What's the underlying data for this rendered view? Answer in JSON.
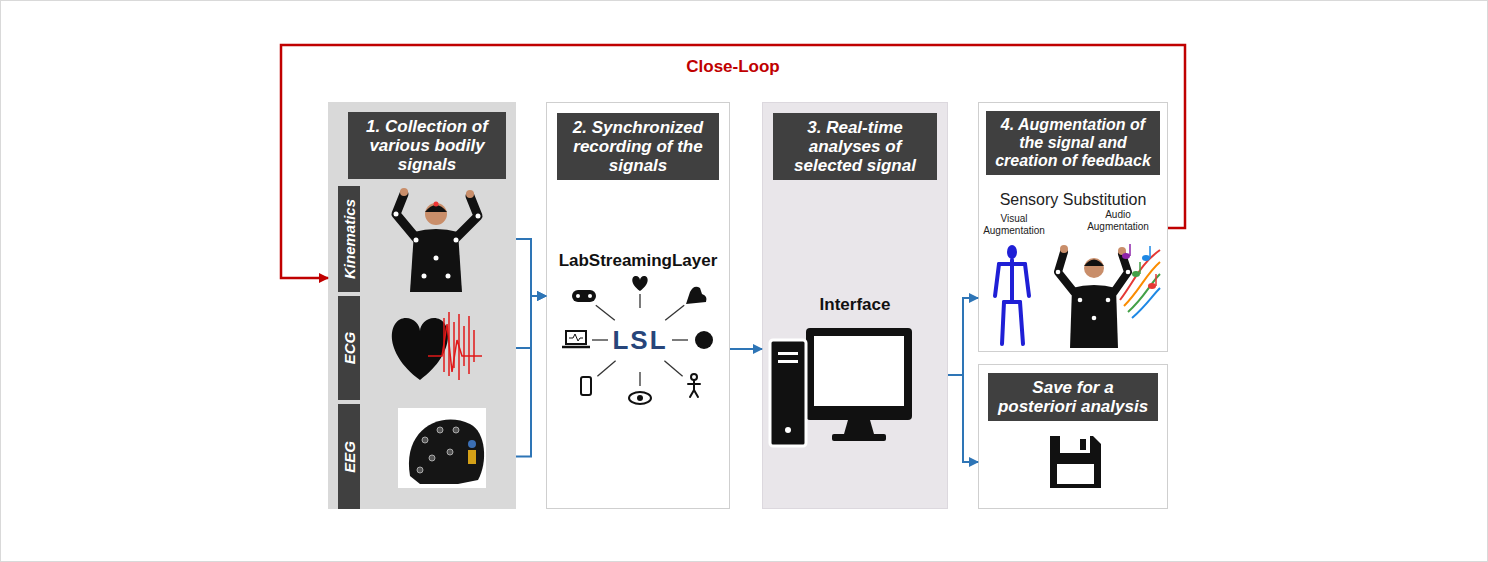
{
  "diagram": {
    "nodes": [
      {
        "text": [
          "1. Collection of various bodily signals"
        ]
      },
      {
        "text": [
          "Kinematics"
        ],
        "in": 0
      },
      {
        "text": [
          "ECG"
        ],
        "in": 0
      },
      {
        "text": [
          "EEG"
        ],
        "in": 0
      },
      {
        "text": [
          "2. Synchronized recording of the signals",
          "LabStreamingLayer"
        ]
      },
      {
        "text": [
          "3. Real-time analyses of selected signal",
          "Interface"
        ]
      },
      {
        "text": [
          "4. Augmentation of the signal and creation of feedback",
          "Sensory Substitution",
          "Visual Augmentation",
          "Audio Augmentation"
        ]
      },
      {
        "text": [
          "Save for a posteriori analysis"
        ]
      }
    ],
    "edges": [
      {
        "from": 1,
        "to": 4,
        "arrow": "to"
      },
      {
        "from": 2,
        "to": 4,
        "arrow": "to"
      },
      {
        "from": 3,
        "to": 4,
        "arrow": "to"
      },
      {
        "from": 4,
        "to": 5,
        "arrow": "to"
      },
      {
        "from": 5,
        "to": 6,
        "arrow": "to"
      },
      {
        "from": 5,
        "to": 7,
        "arrow": "to"
      },
      {
        "from": 6,
        "to": 0,
        "label": "Close-Loop",
        "arrow": "to"
      }
    ],
    "labels": [
      "LSL"
    ]
  }
}
